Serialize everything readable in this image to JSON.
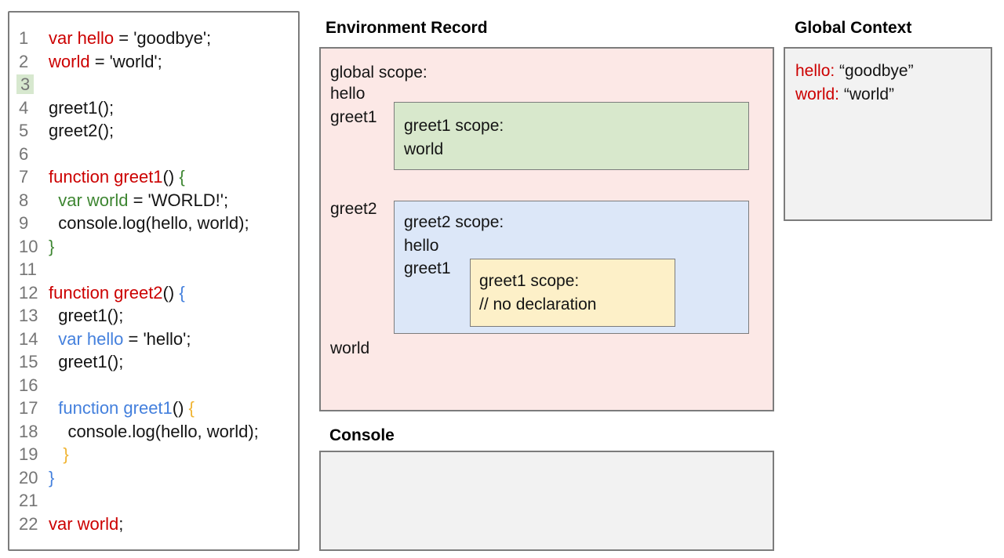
{
  "palette": {
    "red": "#cc0000",
    "green": "#3e8632",
    "blue": "#4480dd",
    "yellow": "#f0b432",
    "gray_num": "#757575",
    "border": "#7c7c7c",
    "ink": "#141414",
    "pink_bg": "#fce8e6",
    "green_bg": "#d8e8cc",
    "blue_bg": "#dce7f8",
    "yellow_bg": "#fdf0c8",
    "gray_bg": "#f2f2f2",
    "hl": "#d7e8cf"
  },
  "code": {
    "lines": [
      {
        "n": "1",
        "segments": [
          {
            "t": "var hello",
            "c": "red"
          },
          {
            "t": " = 'goodbye';",
            "c": "black"
          }
        ]
      },
      {
        "n": "2",
        "segments": [
          {
            "t": "world",
            "c": "red"
          },
          {
            "t": " = 'world';",
            "c": "black"
          }
        ]
      },
      {
        "n": "3",
        "highlight": true,
        "segments": []
      },
      {
        "n": "4",
        "segments": [
          {
            "t": "greet1();",
            "c": "black"
          }
        ]
      },
      {
        "n": "5",
        "segments": [
          {
            "t": "greet2();",
            "c": "black"
          }
        ]
      },
      {
        "n": "6",
        "segments": []
      },
      {
        "n": "7",
        "segments": [
          {
            "t": "function greet1",
            "c": "red"
          },
          {
            "t": "() ",
            "c": "black"
          },
          {
            "t": "{",
            "c": "green"
          }
        ]
      },
      {
        "n": "8",
        "segments": [
          {
            "t": "  ",
            "c": "black"
          },
          {
            "t": "var world",
            "c": "green"
          },
          {
            "t": " = 'WORLD!';",
            "c": "black"
          }
        ]
      },
      {
        "n": "9",
        "segments": [
          {
            "t": "  console.log(hello, world);",
            "c": "black"
          }
        ]
      },
      {
        "n": "10",
        "segments": [
          {
            "t": "}",
            "c": "green"
          }
        ]
      },
      {
        "n": "11",
        "segments": []
      },
      {
        "n": "12",
        "segments": [
          {
            "t": "function greet2",
            "c": "red"
          },
          {
            "t": "() ",
            "c": "black"
          },
          {
            "t": "{",
            "c": "blue"
          }
        ]
      },
      {
        "n": "13",
        "segments": [
          {
            "t": "  greet1();",
            "c": "black"
          }
        ]
      },
      {
        "n": "14",
        "segments": [
          {
            "t": "  ",
            "c": "black"
          },
          {
            "t": "var hello",
            "c": "blue"
          },
          {
            "t": " = 'hello';",
            "c": "black"
          }
        ]
      },
      {
        "n": "15",
        "segments": [
          {
            "t": "  greet1();",
            "c": "black"
          }
        ]
      },
      {
        "n": "16",
        "segments": []
      },
      {
        "n": "17",
        "segments": [
          {
            "t": "  ",
            "c": "black"
          },
          {
            "t": "function greet1",
            "c": "blue"
          },
          {
            "t": "() ",
            "c": "black"
          },
          {
            "t": "{",
            "c": "yellow"
          }
        ]
      },
      {
        "n": "18",
        "segments": [
          {
            "t": "    console.log(hello, world);",
            "c": "black"
          }
        ]
      },
      {
        "n": "19",
        "segments": [
          {
            "t": "   ",
            "c": "black"
          },
          {
            "t": "}",
            "c": "yellow"
          }
        ]
      },
      {
        "n": "20",
        "segments": [
          {
            "t": "}",
            "c": "blue"
          }
        ]
      },
      {
        "n": "21",
        "segments": []
      },
      {
        "n": "22",
        "segments": [
          {
            "t": "var world",
            "c": "red"
          },
          {
            "t": ";",
            "c": "black"
          }
        ]
      }
    ]
  },
  "environment_record": {
    "title": "Environment Record",
    "global_scope": {
      "label": "global scope:",
      "vars": [
        "hello",
        "greet1",
        "greet2",
        "world"
      ]
    },
    "greet1_scope": {
      "label": "greet1 scope:",
      "vars": [
        "world"
      ]
    },
    "greet2_scope": {
      "label": "greet2 scope:",
      "vars": [
        "hello",
        "greet1"
      ],
      "nested_greet1_scope": {
        "label": "greet1 scope:",
        "comment": "// no declaration"
      }
    }
  },
  "global_context": {
    "title": "Global Context",
    "entries": [
      {
        "name": "hello:",
        "value": " “goodbye”"
      },
      {
        "name": "world:",
        "value": " “world”"
      }
    ]
  },
  "console_panel": {
    "title": "Console",
    "content": ""
  }
}
